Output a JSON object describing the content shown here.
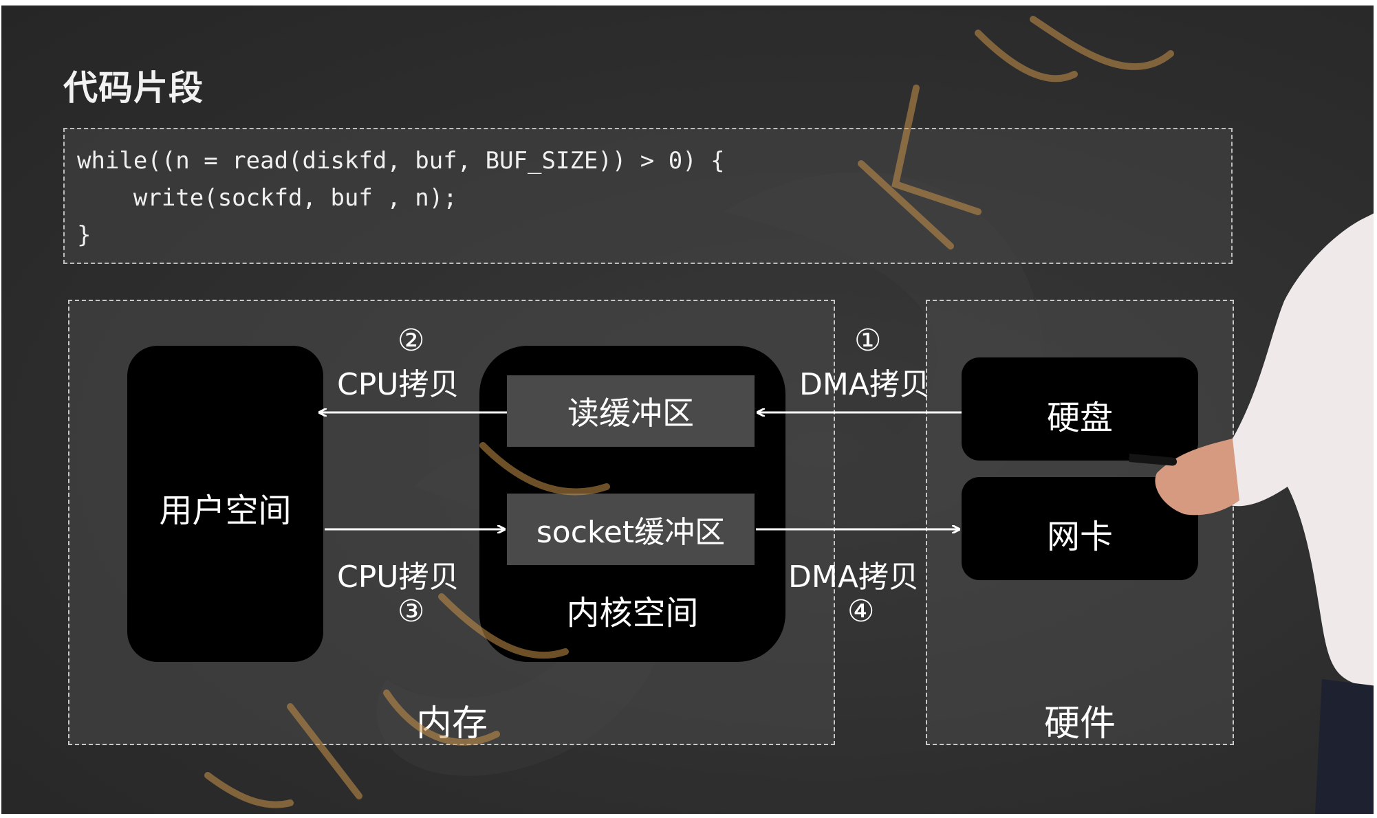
{
  "slide": {
    "title": "代码片段",
    "code": [
      "while((n = read(diskfd, buf, BUF_SIZE)) > 0) {",
      "    write(sockfd, buf , n);",
      "}"
    ]
  },
  "diagram": {
    "memory_label": "内存",
    "hardware_label": "硬件",
    "user_space": "用户空间",
    "kernel_space": "内核空间",
    "read_buffer": "读缓冲区",
    "socket_buffer": "socket缓冲区",
    "disk": "硬盘",
    "nic": "网卡",
    "step1": {
      "num": "①",
      "label": "DMA拷贝"
    },
    "step2": {
      "num": "②",
      "label": "CPU拷贝"
    },
    "step3": {
      "num": "③",
      "label": "CPU拷贝"
    },
    "step4": {
      "num": "④",
      "label": "DMA拷贝"
    }
  },
  "colors": {
    "background": "#2e2e2e",
    "box_black": "#000000",
    "buffer_grey": "#4a4a4a",
    "watermark": "#c8924a"
  }
}
